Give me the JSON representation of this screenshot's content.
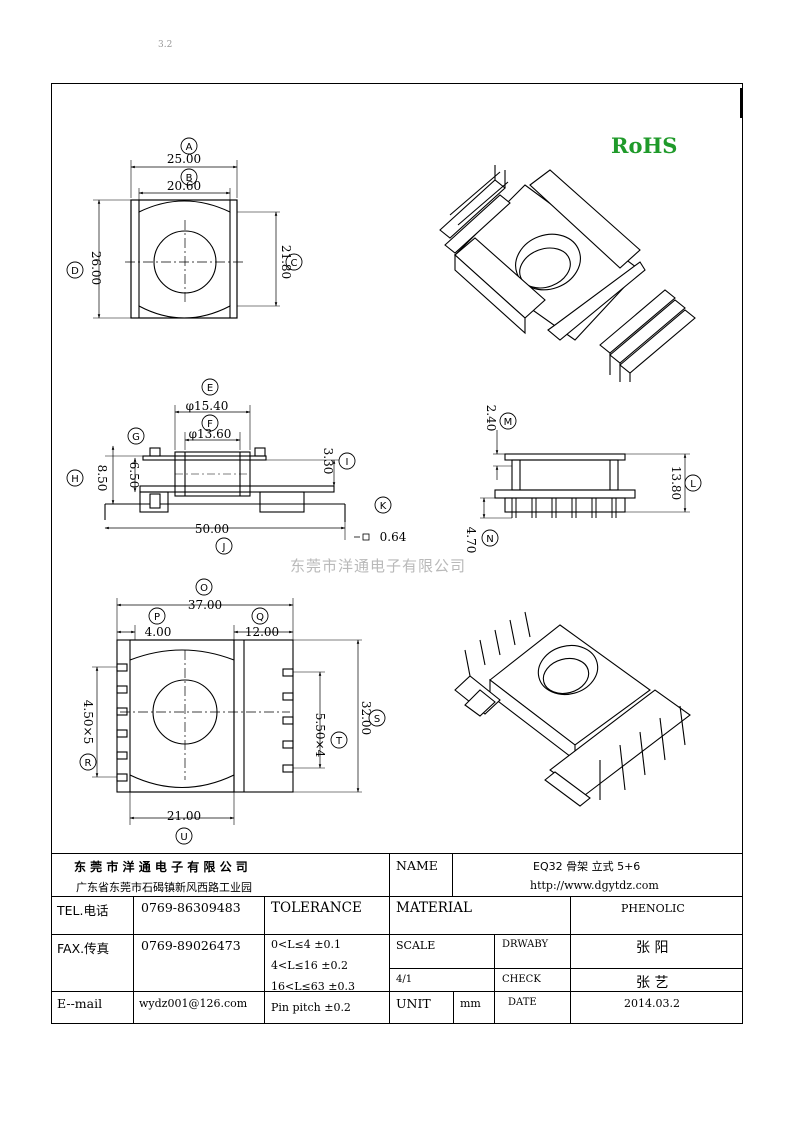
{
  "corner_note": "3.2",
  "rohs": "RoHS",
  "watermark": "东莞市洋通电子有限公司",
  "callouts": {
    "A": "A",
    "B": "B",
    "C": "C",
    "D": "D",
    "E": "E",
    "F": "F",
    "G": "G",
    "H": "H",
    "I": "I",
    "J": "J",
    "K": "K",
    "L": "L",
    "M": "M",
    "N": "N",
    "O": "O",
    "P": "P",
    "Q": "Q",
    "R": "R",
    "S": "S",
    "T": "T",
    "U": "U"
  },
  "dims": {
    "A": "25.00",
    "B": "20.60",
    "C": "21.80",
    "D": "26.00",
    "E": "φ15.40",
    "F": "φ13.60",
    "G": "6.50",
    "H": "8.50",
    "I": "3.30",
    "J": "50.00",
    "K": "0.64",
    "L": "13.80",
    "M": "2.40",
    "N": "4.70",
    "O": "37.00",
    "P": "4.00",
    "Q": "12.00",
    "R": "4.50×5",
    "S": "32.00",
    "T": "5.50×4",
    "U": "21.00"
  },
  "title_block": {
    "company": "东 莞 市 洋 通 电 子 有 限 公 司",
    "address": "广东省东莞市石碣镇新风西路工业园",
    "name_label": "NAME",
    "name_value": "EQ32  骨架  立式 5+6",
    "website": "http://www.dgytdz.com",
    "tel_label": "TEL.电话",
    "tel": "0769-86309483",
    "fax_label": "FAX.传真",
    "fax": "0769-89026473",
    "email_label": "E--mail",
    "email": "wydz001@126.com",
    "tolerance_label": "TOLERANCE",
    "tolerances": [
      "0<L≤4   ±0.1",
      "4<L≤16  ±0.2",
      "16<L≤63  ±0.3",
      "Pin pitch ±0.2"
    ],
    "material_label": "MATERIAL",
    "material": "PHENOLIC",
    "scale_label": "SCALE",
    "scale": "4/1",
    "drawby_label": "DRWABY",
    "drawby": "张 阳",
    "check_label": "CHECK",
    "check": "张 艺",
    "unit_label": "UNIT",
    "unit": "mm",
    "date_label": "DATE",
    "date": "2014.03.2"
  }
}
